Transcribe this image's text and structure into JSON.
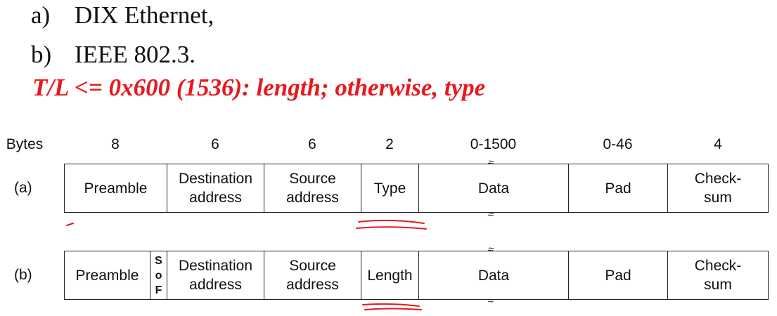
{
  "list": {
    "a": {
      "marker": "a)",
      "text": "DIX Ethernet,"
    },
    "b": {
      "marker": "b)",
      "text": "IEEE 802.3."
    }
  },
  "rule_text": "T/L <= 0x600 (1536): length; otherwise, type",
  "bytes_row": {
    "label": "Bytes",
    "values": [
      "8",
      "6",
      "6",
      "2",
      "0-1500",
      "0-46",
      "4"
    ]
  },
  "frame_a": {
    "label": "(a)",
    "fields": [
      "Preamble",
      "Destination address",
      "Source address",
      "Type",
      "Data",
      "Pad",
      "Check- sum"
    ]
  },
  "frame_b": {
    "label": "(b)",
    "sof": [
      "S",
      "o",
      "F"
    ],
    "fields": [
      "Preamble",
      "Destination address",
      "Source address",
      "Length",
      "Data",
      "Pad",
      "Check- sum"
    ]
  },
  "colors": {
    "annotation": "#e8191e",
    "lines": "#222222"
  }
}
